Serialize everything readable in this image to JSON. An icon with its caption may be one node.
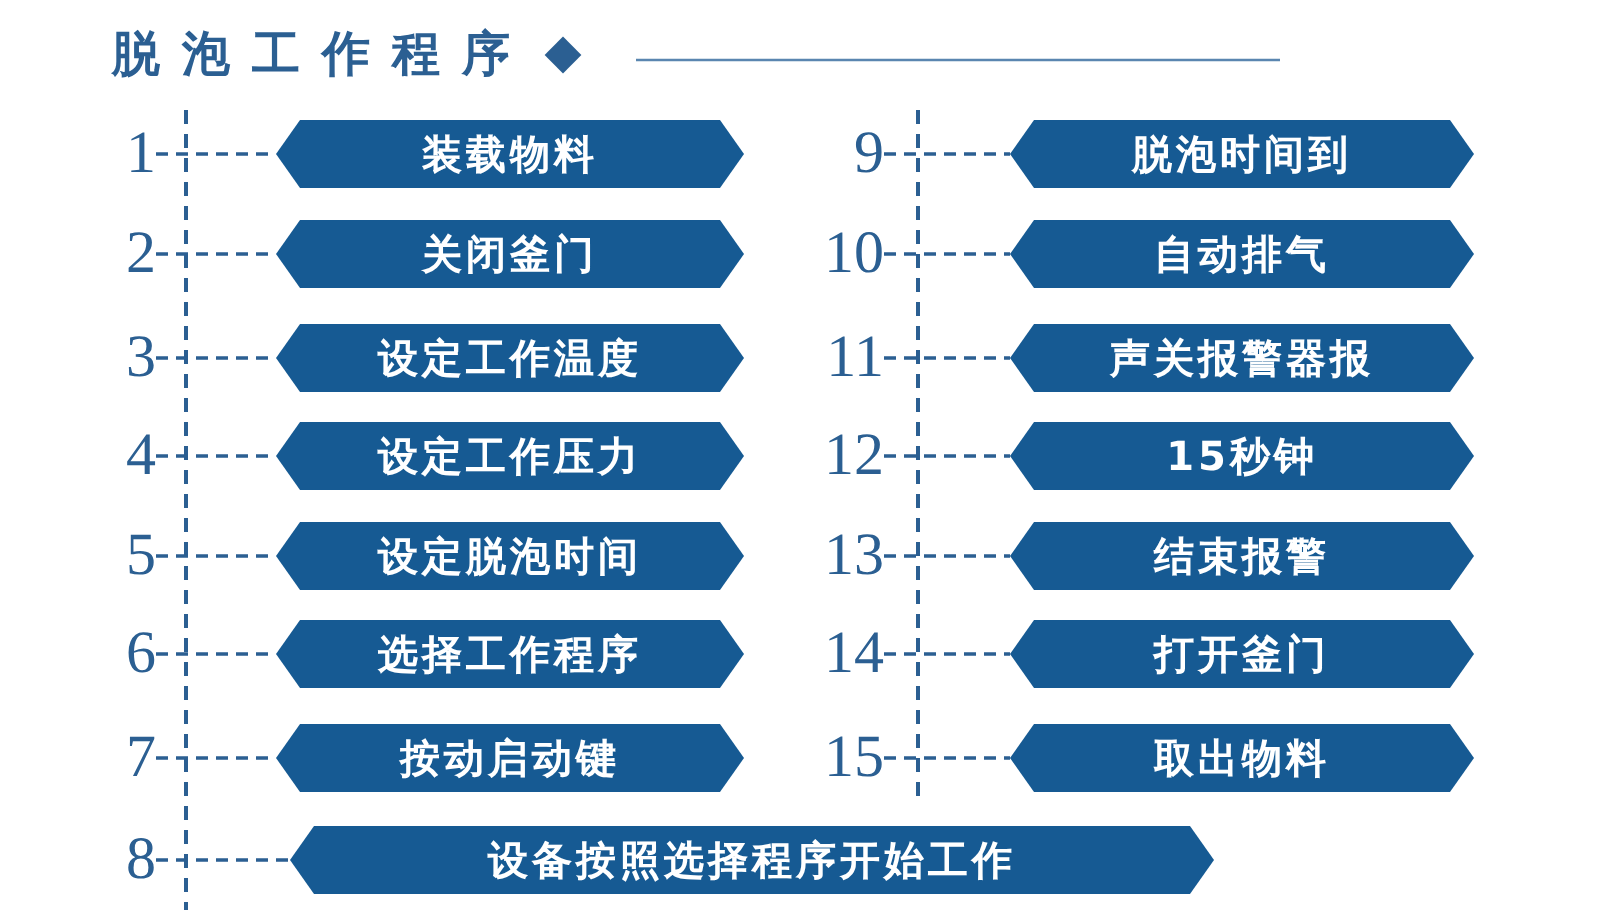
{
  "diagram": {
    "title": "脱泡工作程序",
    "nodes": [
      {
        "text": [
          "1"
        ]
      },
      {
        "text": [
          "装载物料"
        ]
      },
      {
        "text": [
          "2"
        ]
      },
      {
        "text": [
          "关闭釜门"
        ]
      },
      {
        "text": [
          "3"
        ]
      },
      {
        "text": [
          "设定工作温度"
        ]
      },
      {
        "text": [
          "4"
        ]
      },
      {
        "text": [
          "设定工作压力"
        ]
      },
      {
        "text": [
          "5"
        ]
      },
      {
        "text": [
          "设定脱泡时间"
        ]
      },
      {
        "text": [
          "6"
        ]
      },
      {
        "text": [
          "选择工作程序"
        ]
      },
      {
        "text": [
          "7"
        ]
      },
      {
        "text": [
          "按动启动键"
        ]
      },
      {
        "text": [
          "8"
        ]
      },
      {
        "text": [
          "设备按照选择程序开始工作"
        ]
      },
      {
        "text": [
          "9"
        ]
      },
      {
        "text": [
          "脱泡时间到"
        ]
      },
      {
        "text": [
          "10"
        ]
      },
      {
        "text": [
          "自动排气"
        ]
      },
      {
        "text": [
          "11"
        ]
      },
      {
        "text": [
          "声关报警器报"
        ]
      },
      {
        "text": [
          "12"
        ]
      },
      {
        "text": [
          "15秒钟"
        ]
      },
      {
        "text": [
          "13"
        ]
      },
      {
        "text": [
          "结束报警"
        ]
      },
      {
        "text": [
          "14"
        ]
      },
      {
        "text": [
          "打开釜门"
        ]
      },
      {
        "text": [
          "15"
        ]
      },
      {
        "text": [
          "取出物料"
        ]
      }
    ],
    "edges": [
      {
        "from": 0,
        "to": 1,
        "arrow": "none",
        "style": "dashed"
      },
      {
        "from": 2,
        "to": 3,
        "arrow": "none",
        "style": "dashed"
      },
      {
        "from": 4,
        "to": 5,
        "arrow": "none",
        "style": "dashed"
      },
      {
        "from": 6,
        "to": 7,
        "arrow": "none",
        "style": "dashed"
      },
      {
        "from": 8,
        "to": 9,
        "arrow": "none",
        "style": "dashed"
      },
      {
        "from": 10,
        "to": 11,
        "arrow": "none",
        "style": "dashed"
      },
      {
        "from": 12,
        "to": 13,
        "arrow": "none",
        "style": "dashed"
      },
      {
        "from": 14,
        "to": 15,
        "arrow": "none",
        "style": "dashed"
      },
      {
        "from": 16,
        "to": 17,
        "arrow": "none",
        "style": "dashed"
      },
      {
        "from": 18,
        "to": 19,
        "arrow": "none",
        "style": "dashed"
      },
      {
        "from": 20,
        "to": 21,
        "arrow": "none",
        "style": "dashed"
      },
      {
        "from": 22,
        "to": 23,
        "arrow": "none",
        "style": "dashed"
      },
      {
        "from": 24,
        "to": 25,
        "arrow": "none",
        "style": "dashed"
      },
      {
        "from": 26,
        "to": 27,
        "arrow": "none",
        "style": "dashed"
      },
      {
        "from": 28,
        "to": 29,
        "arrow": "none",
        "style": "dashed"
      }
    ]
  }
}
